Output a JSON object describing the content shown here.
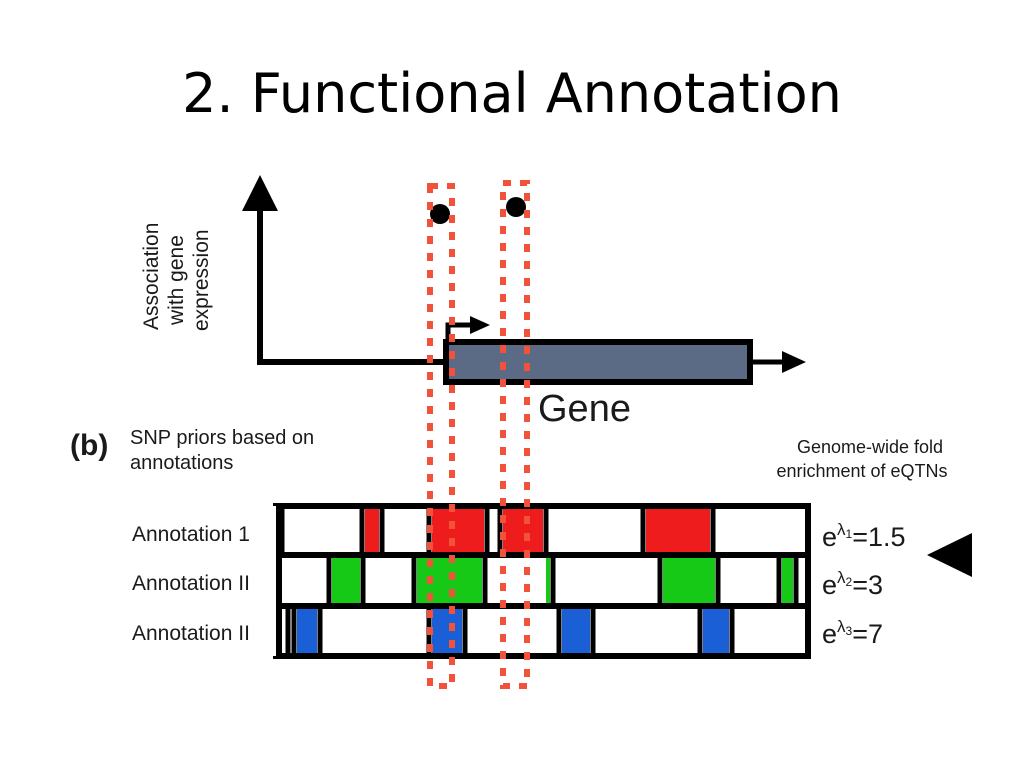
{
  "slide": {
    "title": "2. Functional Annotation"
  },
  "panel_a": {
    "y_axis_label_lines": [
      "Association",
      "with gene",
      "expression"
    ],
    "gene_label": "Gene",
    "colors": {
      "gene_body": "#5b6b86",
      "snp_highlight": "#f2523a",
      "axis": "#000000"
    }
  },
  "panel_b": {
    "panel_letter": "(b)",
    "title_lines": [
      "SNP priors based on",
      "annotations"
    ],
    "enrichment_header_lines": [
      "Genome-wide fold",
      "enrichment of eQTNs"
    ],
    "tracks": [
      {
        "label": "Annotation 1",
        "color": "#ee1c1c",
        "prefix": "e",
        "symbol": "λ",
        "index": "1",
        "value": "=1.5"
      },
      {
        "label": "Annotation II",
        "color": "#17c917",
        "prefix": "e",
        "symbol": "λ",
        "index": "2",
        "value": "=3"
      },
      {
        "label": "Annotation II",
        "color": "#1a5fd6",
        "prefix": "e",
        "symbol": "λ",
        "index": "3",
        "value": "=7"
      }
    ],
    "pointer": "arrow-left-icon"
  }
}
